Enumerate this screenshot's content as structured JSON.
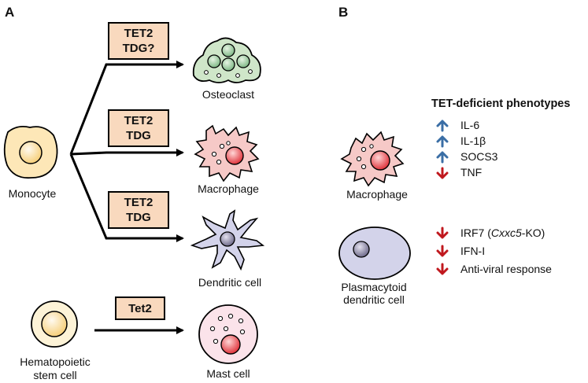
{
  "panel_a": {
    "label": "A",
    "cells": {
      "monocyte": "Monocyte",
      "hsc_line1": "Hematopoietic",
      "hsc_line2": "stem cell",
      "osteoclast": "Osteoclast",
      "macrophage": "Macrophage",
      "dendritic": "Dendritic cell",
      "mast": "Mast cell"
    },
    "boxes": {
      "osteoclast": [
        "TET2",
        "TDG?"
      ],
      "macrophage": [
        "TET2",
        "TDG"
      ],
      "dendritic": [
        "TET2",
        "TDG"
      ],
      "mast": [
        "Tet2"
      ]
    }
  },
  "panel_b": {
    "label": "B",
    "title": "TET-deficient phenotypes",
    "macrophage_label": "Macrophage",
    "pdc_line1": "Plasmacytoid",
    "pdc_line2": "dendritic cell",
    "macrophage_phenotypes": [
      {
        "direction": "up",
        "text": "IL-6"
      },
      {
        "direction": "up",
        "text": "IL-1β"
      },
      {
        "direction": "up",
        "text": "SOCS3"
      },
      {
        "direction": "down",
        "text": "TNF"
      }
    ],
    "pdc_phenotypes": [
      {
        "direction": "down",
        "text_pre": "IRF7 (",
        "text_italic": "Cxxc5",
        "text_post": "-KO)"
      },
      {
        "direction": "down",
        "text": "IFN-I"
      },
      {
        "direction": "down",
        "text": "Anti-viral response"
      }
    ]
  },
  "colors": {
    "box_fill": "#f9d9be",
    "arrow_up": "#3a6ea5",
    "arrow_down": "#c0181e",
    "osteoclast_fill": "#cfe6c9",
    "macrophage_fill": "#f6c9c7",
    "dendritic_fill": "#d3d3ea",
    "mast_fill": "#fbe3ea",
    "monocyte_fill": "#fde7b7"
  }
}
